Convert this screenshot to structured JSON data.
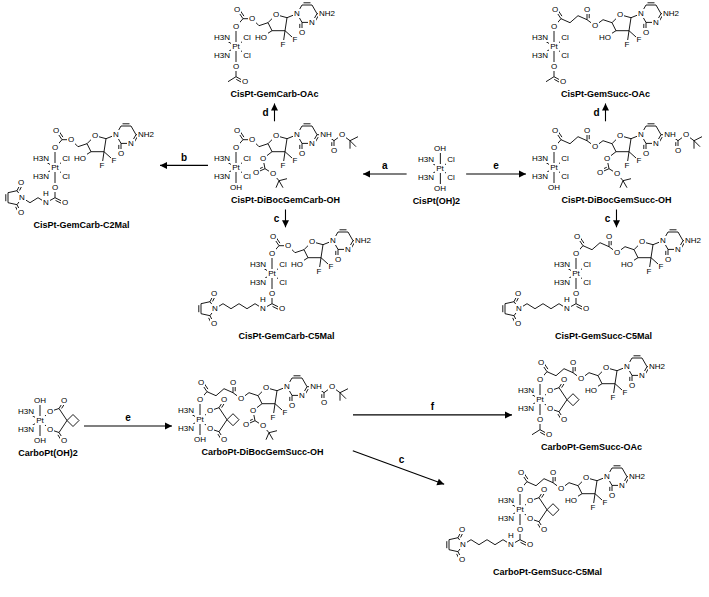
{
  "diagram": {
    "nodes": [
      {
        "text": [
          "CisPt-GemCarb-OAc"
        ]
      },
      {
        "text": [
          "CisPt-GemSucc-OAc"
        ]
      },
      {
        "text": [
          "CisPt-GemCarb-C2Mal"
        ]
      },
      {
        "text": [
          "CisPt-DiBocGemCarb-OH"
        ]
      },
      {
        "text": [
          "CisPt(OH)2"
        ]
      },
      {
        "text": [
          "CisPt-DiBocGemSucc-OH"
        ]
      },
      {
        "text": [
          "CisPt-GemCarb-C5Mal"
        ]
      },
      {
        "text": [
          "CisPt-GemSucc-C5Mal"
        ]
      },
      {
        "text": [
          "CarboPt-GemSucc-OAc"
        ]
      },
      {
        "text": [
          "CarboPt(OH)2"
        ]
      },
      {
        "text": [
          "CarboPt-DiBocGemSucc-OH"
        ]
      },
      {
        "text": [
          "CarboPt-GemSucc-C5Mal"
        ]
      }
    ],
    "edges": [
      {
        "from": 4,
        "to": 3,
        "label": "a",
        "arrow": "to"
      },
      {
        "from": 3,
        "to": 0,
        "label": "d",
        "arrow": "to"
      },
      {
        "from": 3,
        "to": 2,
        "label": "b",
        "arrow": "to"
      },
      {
        "from": 3,
        "to": 6,
        "label": "c",
        "arrow": "to"
      },
      {
        "from": 4,
        "to": 5,
        "label": "e",
        "arrow": "to"
      },
      {
        "from": 5,
        "to": 1,
        "label": "d",
        "arrow": "to"
      },
      {
        "from": 5,
        "to": 7,
        "label": "c",
        "arrow": "to"
      },
      {
        "from": 9,
        "to": 10,
        "label": "e",
        "arrow": "to"
      },
      {
        "from": 10,
        "to": 8,
        "label": "f",
        "arrow": "to"
      },
      {
        "from": 10,
        "to": 11,
        "label": "c",
        "arrow": "to"
      }
    ],
    "labels": [
      "O",
      "O",
      "O",
      "H3N",
      "Cl",
      "Pt",
      "H3N",
      "Cl",
      "O",
      "O",
      "O",
      "HO",
      "F",
      "F",
      "N",
      "N",
      "O",
      "NH2",
      "O",
      "O",
      "O",
      "O",
      "H3N",
      "Cl",
      "Pt",
      "H3N",
      "Cl",
      "O",
      "O",
      "O",
      "HO",
      "F",
      "F",
      "N",
      "N",
      "O",
      "NH2",
      "O",
      "O",
      "O",
      "H3N",
      "Cl",
      "Pt",
      "H3N",
      "Cl",
      "O",
      "O",
      "H",
      "N",
      "N",
      "O",
      "O",
      "O",
      "HO",
      "F",
      "F",
      "N",
      "N",
      "O",
      "NH2",
      "O",
      "O",
      "O",
      "H3N",
      "Cl",
      "Pt",
      "H3N",
      "Cl",
      "OH",
      "O",
      "O",
      "O",
      "O",
      "F",
      "F",
      "N",
      "N",
      "O",
      "NH",
      "O",
      "O",
      "OH",
      "H3N",
      "Cl",
      "Pt",
      "H3N",
      "Cl",
      "OH",
      "O",
      "O",
      "O",
      "O",
      "H3N",
      "Cl",
      "Pt",
      "H3N",
      "Cl",
      "OH",
      "O",
      "O",
      "O",
      "O",
      "F",
      "F",
      "N",
      "N",
      "O",
      "NH",
      "O",
      "O",
      "O",
      "O",
      "O",
      "H3N",
      "Cl",
      "Pt",
      "H3N",
      "Cl",
      "O",
      "O",
      "H",
      "N",
      "N",
      "O",
      "O",
      "O",
      "HO",
      "F",
      "F",
      "N",
      "N",
      "O",
      "NH2",
      "O",
      "O",
      "O",
      "O",
      "H3N",
      "Cl",
      "Pt",
      "H3N",
      "Cl",
      "O",
      "O",
      "H",
      "N",
      "N",
      "O",
      "O",
      "O",
      "HO",
      "F",
      "F",
      "N",
      "N",
      "O",
      "NH2",
      "O",
      "O",
      "O",
      "O",
      "H3N",
      "Pt",
      "H3N",
      "O",
      "O",
      "O",
      "O",
      "O",
      "O",
      "O",
      "HO",
      "F",
      "F",
      "N",
      "N",
      "O",
      "NH2",
      "OH",
      "H3N",
      "Pt",
      "H3N",
      "O",
      "O",
      "O",
      "O",
      "OH",
      "O",
      "O",
      "O",
      "O",
      "H3N",
      "Pt",
      "H3N",
      "O",
      "O",
      "O",
      "O",
      "OH",
      "O",
      "O",
      "O",
      "O",
      "F",
      "F",
      "N",
      "N",
      "O",
      "NH",
      "O",
      "O",
      "O",
      "O",
      "O",
      "O",
      "H3N",
      "Pt",
      "H3N",
      "O",
      "O",
      "O",
      "O",
      "O",
      "O",
      "H",
      "N",
      "N",
      "O",
      "O",
      "O",
      "HO",
      "F",
      "F",
      "N",
      "N",
      "O",
      "NH2"
    ]
  }
}
